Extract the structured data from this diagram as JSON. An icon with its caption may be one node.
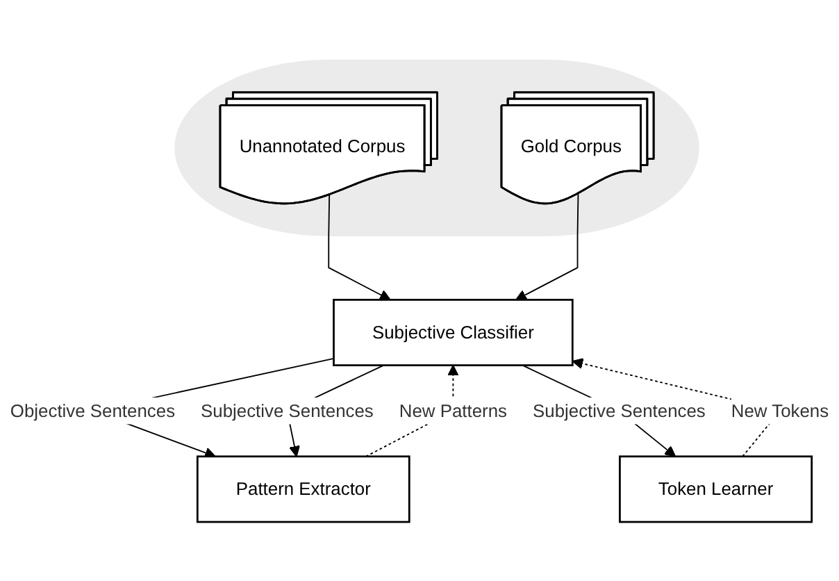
{
  "diagram": {
    "nodes": [
      {
        "text": [],
        "shape": "ellipse"
      },
      {
        "text": [
          "Unannotated Corpus"
        ],
        "in": 0
      },
      {
        "text": [
          "Gold Corpus"
        ],
        "in": 0
      },
      {
        "text": [
          "Subjective Classifier"
        ]
      },
      {
        "text": [
          "Pattern Extractor"
        ]
      },
      {
        "text": [
          "Token Learner"
        ]
      }
    ],
    "edges": [
      {
        "from": 1,
        "to": 3,
        "arrow": "to"
      },
      {
        "from": 2,
        "to": 3,
        "arrow": "to"
      },
      {
        "from": 5,
        "to": 3,
        "arrow": "to",
        "label": "New Tokens",
        "style": "dashed"
      },
      {
        "from": 4,
        "to": 3,
        "arrow": "to",
        "label": "New Patterns",
        "style": "dashed"
      },
      {
        "from": 3,
        "to": 4,
        "arrow": "to",
        "label": "Objective Sentences"
      },
      {
        "from": 3,
        "to": 4,
        "arrow": "to",
        "label": "Subjective Sentences"
      },
      {
        "from": 3,
        "to": 5,
        "arrow": "to",
        "label": "Subjective Sentences"
      }
    ]
  }
}
